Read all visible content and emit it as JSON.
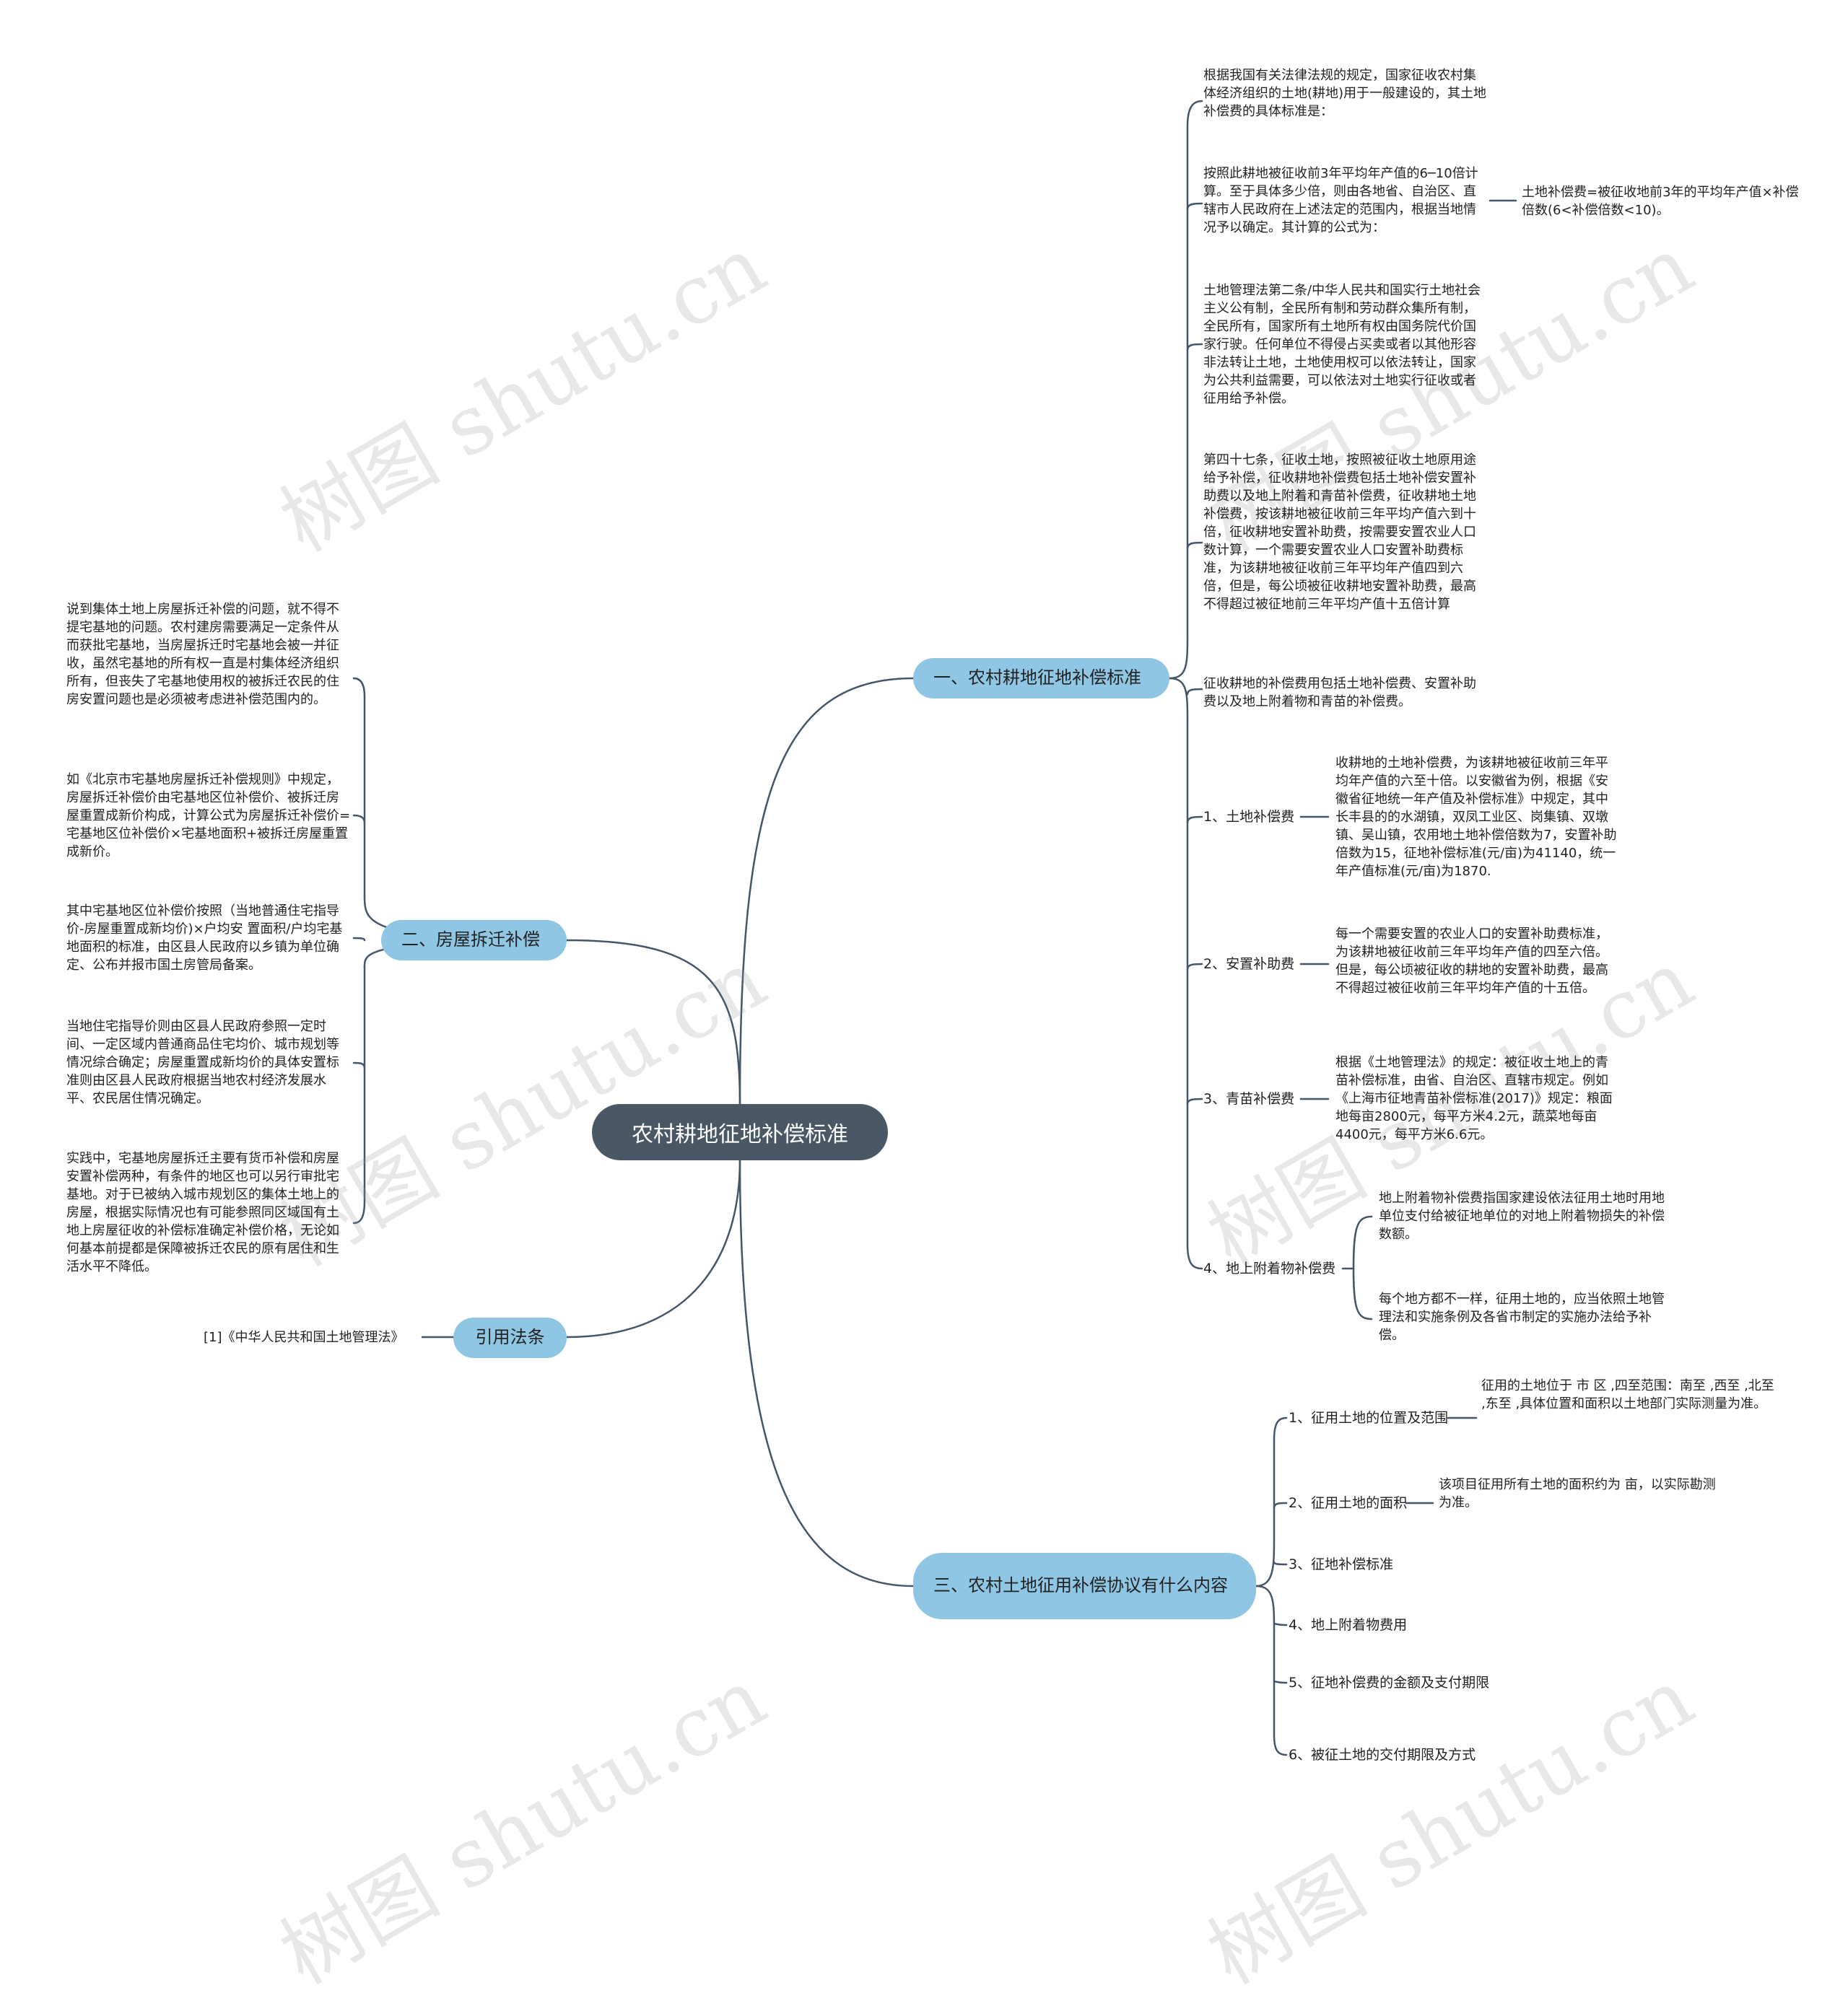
{
  "watermark": "树图 shutu.cn",
  "root": "农村耕地征地补偿标准",
  "branches": {
    "b1": "一、农村耕地征地补偿标准",
    "b2": "二、房屋拆迁补偿",
    "b3": "引用法条",
    "b4": "三、农村土地征用补偿协议有什么内容"
  },
  "b1_children": {
    "t1": "根据我国有关法律法规的规定，国家征收农村集体经济组织的土地(耕地)用于一般建设的，其土地补偿费的具体标准是：",
    "t2": "按照此耕地被征收前3年平均年产值的6─10倍计算。至于具体多少倍，则由各地省、自治区、直辖市人民政府在上述法定的范围内，根据当地情况予以确定。其计算的公式为：",
    "t2_child": "土地补偿费=被征收地前3年的平均年产值×补偿倍数(6<补偿倍数<10)。",
    "t3": "土地管理法第二条/中华人民共和国实行土地社会主义公有制，全民所有制和劳动群众集所有制，全民所有，国家所有土地所有权由国务院代价国家行驶。任何单位不得侵占买卖或者以其他形容非法转让土地，土地使用权可以依法转让，国家为公共利益需要，可以依法对土地实行征收或者征用给予补偿。",
    "t4": "第四十七条，征收土地，按照被征收土地原用途给予补偿，征收耕地补偿费包括土地补偿安置补助费以及地上附着和青苗补偿费，征收耕地土地补偿费，按该耕地被征收前三年平均产值六到十倍，征收耕地安置补助费，按需要安置农业人口数计算，一个需要安置农业人口安置补助费标准，为该耕地被征收前三年平均年产值四到六倍，但是，每公顷被征收耕地安置补助费，最高不得超过被征地前三年平均产值十五倍计算",
    "t5": "征收耕地的补偿费用包括土地补偿费、安置补助费以及地上附着物和青苗的补偿费。",
    "s1_label": "1、土地补偿费",
    "s1_text": "收耕地的土地补偿费，为该耕地被征收前三年平均年产值的六至十倍。以安徽省为例，根据《安徽省征地统一年产值及补偿标准》中规定，其中长丰县的的水湖镇，双凤工业区、岗集镇、双墩镇、吴山镇，农用地土地补偿倍数为7，安置补助倍数为15，征地补偿标准(元/亩)为41140，统一年产值标准(元/亩)为1870.",
    "s2_label": "2、安置补助费",
    "s2_text": "每一个需要安置的农业人口的安置补助费标准，为该耕地被征收前三年平均年产值的四至六倍。但是，每公顷被征收的耕地的安置补助费，最高不得超过被征收前三年平均年产值的十五倍。",
    "s3_label": "3、青苗补偿费",
    "s3_text": "根据《土地管理法》的规定：被征收土地上的青苗补偿标准，由省、自治区、直辖市规定。例如《上海市征地青苗补偿标准(2017)》规定：粮面地每亩2800元，每平方米4.2元，蔬菜地每亩4400元，每平方米6.6元。",
    "s4_label": "4、地上附着物补偿费",
    "s4_text1": "地上附着物补偿费指国家建设依法征用土地时用地单位支付给被征地单位的对地上附着物损失的补偿数额。",
    "s4_text2": "每个地方都不一样，征用土地的，应当依照土地管理法和实施条例及各省市制定的实施办法给予补偿。"
  },
  "b2_children": {
    "t1": "说到集体土地上房屋拆迁补偿的问题，就不得不提宅基地的问题。农村建房需要满足一定条件从而获批宅基地，当房屋拆迁时宅基地会被一并征收，虽然宅基地的所有权一直是村集体经济组织所有，但丧失了宅基地使用权的被拆迁农民的住房安置问题也是必须被考虑进补偿范围内的。",
    "t2": "如《北京市宅基地房屋拆迁补偿规则》中规定，房屋拆迁补偿价由宅基地区位补偿价、被拆迁房屋重置成新价构成，计算公式为房屋拆迁补偿价=宅基地区位补偿价×宅基地面积+被拆迁房屋重置成新价。",
    "t3": "其中宅基地区位补偿价按照（当地普通住宅指导价-房屋重置成新均价)×户均安 置面积/户均宅基地面积的标准，由区县人民政府以乡镇为单位确定、公布并报市国土房管局备案。",
    "t4": "当地住宅指导价则由区县人民政府参照一定时间、一定区域内普通商品住宅均价、城市规划等情况综合确定；房屋重置成新均价的具体安置标准则由区县人民政府根据当地农村经济发展水平、农民居住情况确定。",
    "t5": "实践中，宅基地房屋拆迁主要有货币补偿和房屋安置补偿两种，有条件的地区也可以另行审批宅基地。对于已被纳入城市规划区的集体土地上的房屋，根据实际情况也有可能参照同区域国有土地上房屋征收的补偿标准确定补偿价格，无论如何基本前提都是保障被拆迁农民的原有居住和生活水平不降低。"
  },
  "b3_children": {
    "t1": "[1]《中华人民共和国土地管理法》"
  },
  "b4_children": {
    "c1_label": "1、征用土地的位置及范围",
    "c1_text": "征用的土地位于 市 区 ,四至范围：南至 ,西至 ,北至 ,东至 ,具体位置和面积以土地部门实际测量为准。",
    "c2_label": "2、征用土地的面积",
    "c2_text": "该项目征用所有土地的面积约为 亩，以实际勘测为准。",
    "c3_label": "3、征地补偿标准",
    "c4_label": "4、地上附着物费用",
    "c5_label": "5、征地补偿费的金额及支付期限",
    "c6_label": "6、被征土地的交付期限及方式"
  },
  "colors": {
    "root": "#4a5866",
    "branch": "#8fc6e3",
    "line": "#45566a"
  }
}
